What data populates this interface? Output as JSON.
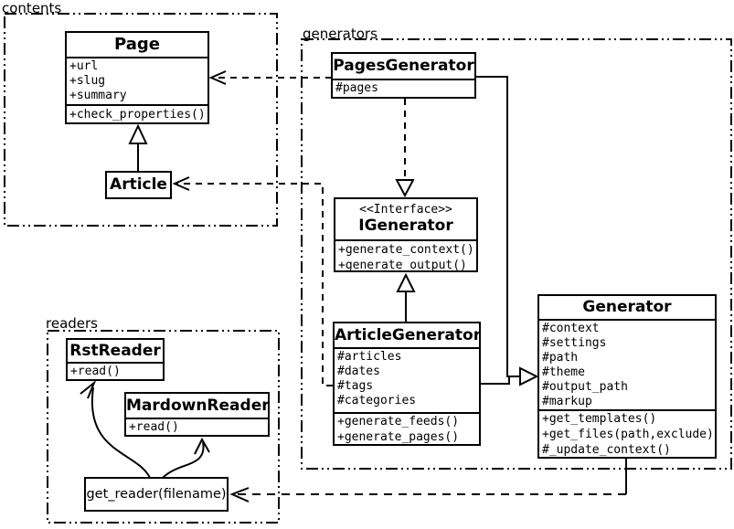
{
  "colors": {
    "ink": "#000000",
    "paper": "#ffffff"
  },
  "packages": {
    "contents": {
      "label": "contents"
    },
    "generators": {
      "label": "generators"
    },
    "readers": {
      "label": "readers"
    }
  },
  "classes": {
    "page": {
      "name": "Page",
      "attributes": [
        "+url",
        "+slug",
        "+summary"
      ],
      "methods": [
        "+check_properties()"
      ]
    },
    "article": {
      "name": "Article"
    },
    "pages_generator": {
      "name": "PagesGenerator",
      "attributes": [
        "#pages"
      ]
    },
    "igenerator": {
      "stereotype": "<<Interface>>",
      "name": "IGenerator",
      "methods": [
        "+generate_context()",
        "+generate_output()"
      ]
    },
    "article_generator": {
      "name": "ArticleGenerator",
      "attributes": [
        "#articles",
        "#dates",
        "#tags",
        "#categories"
      ],
      "methods": [
        "+generate_feeds()",
        "+generate_pages()"
      ]
    },
    "generator": {
      "name": "Generator",
      "attributes": [
        "#context",
        "#settings",
        "#path",
        "#theme",
        "#output_path",
        "#markup"
      ],
      "methods": [
        "+get_templates()",
        "+get_files(path,exclude)",
        "#_update_context()"
      ]
    },
    "rst_reader": {
      "name": "RstReader",
      "methods": [
        "+read()"
      ]
    },
    "mardown_reader": {
      "name": "MardownReader",
      "methods": [
        "+read()"
      ]
    },
    "get_reader": {
      "label": "get_reader(filename)"
    }
  }
}
